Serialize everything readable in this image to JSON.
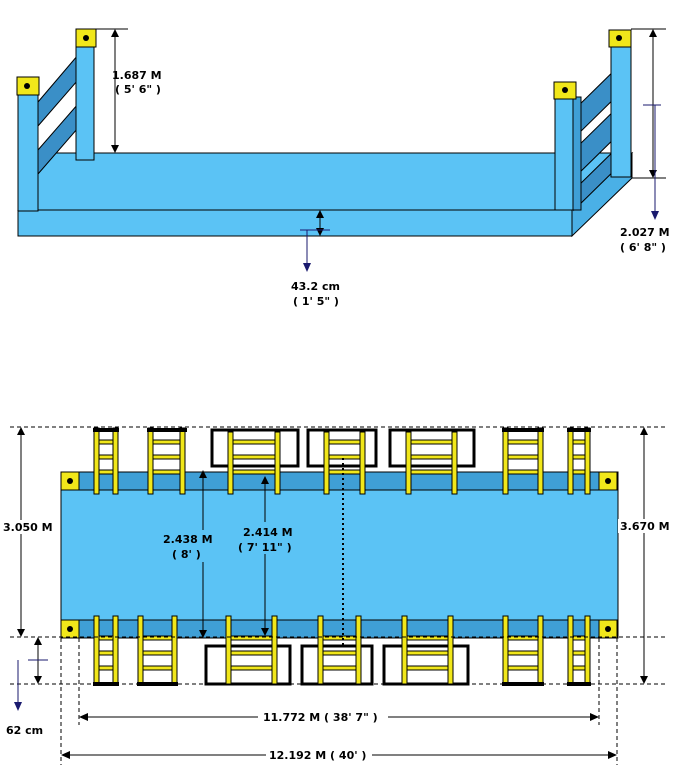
{
  "colors": {
    "deck": "#5bc3f5",
    "post": "#3f9fd6",
    "brace": "#3a8fc7",
    "post_cap": "#f1e71a",
    "outline": "#000000",
    "dim_arrow_alt": "#1a1a6e",
    "background": "#ffffff"
  },
  "top_view": {
    "dims": {
      "end_wall_height": {
        "line1": "1.687 M",
        "line2": "( 5' 6\" )"
      },
      "side_height": {
        "line1": "2.027 M",
        "line2": "( 6' 8\" )"
      },
      "deck_height": {
        "line1": "43.2 cm",
        "line2": "( 1' 5\" )"
      }
    }
  },
  "plan_view": {
    "dims": {
      "overall_width": {
        "line1": "3.050 M"
      },
      "right_width": {
        "line1": "3.670 M"
      },
      "internal_width_a": {
        "line1": "2.438 M",
        "line2": "( 8' )"
      },
      "internal_width_b": {
        "line1": "2.414 M",
        "line2": "( 7' 11\" )"
      },
      "overhang": {
        "line1": "62 cm"
      },
      "internal_length": {
        "line1": "11.772 M ( 38' 7\" )"
      },
      "external_length": {
        "line1": "12.192 M ( 40' )"
      }
    }
  }
}
